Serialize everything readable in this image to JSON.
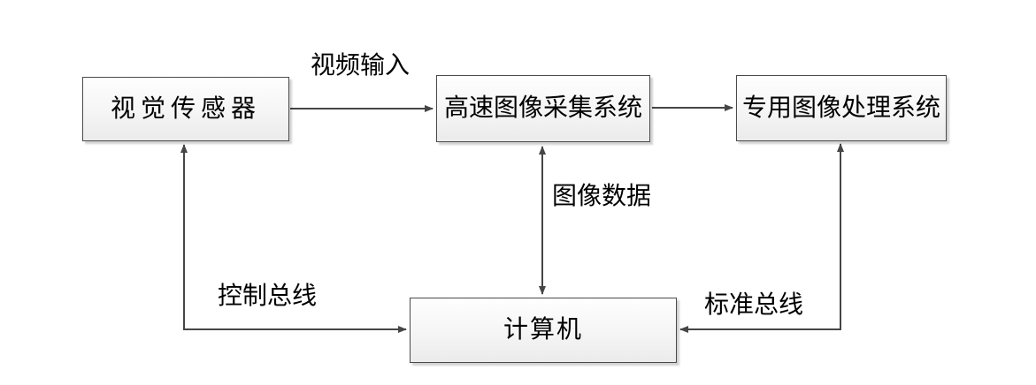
{
  "diagram": {
    "nodes": [
      {
        "id": "vision-sensor",
        "label": "视觉传感器"
      },
      {
        "id": "image-capture-system",
        "label": "高速图像采集系统"
      },
      {
        "id": "image-processing-system",
        "label": "专用图像处理系统"
      },
      {
        "id": "computer",
        "label": "计算机"
      }
    ],
    "edges": [
      {
        "from": "vision-sensor",
        "to": "image-capture-system",
        "label": "视频输入",
        "direction": "one-way"
      },
      {
        "from": "image-capture-system",
        "to": "image-processing-system",
        "label": "",
        "direction": "one-way"
      },
      {
        "from": "image-capture-system",
        "to": "computer",
        "label": "图像数据",
        "direction": "two-way"
      },
      {
        "from": "computer",
        "to": "vision-sensor",
        "label": "控制总线",
        "direction": "two-way"
      },
      {
        "from": "computer",
        "to": "image-processing-system",
        "label": "标准总线",
        "direction": "two-way"
      }
    ],
    "colors": {
      "background": "#ffffff",
      "line": "#464646",
      "box_border": "#4a4a4a",
      "box_fill_top": "#fefefe",
      "box_fill_bottom": "#ebebeb",
      "text": "#000000"
    }
  }
}
